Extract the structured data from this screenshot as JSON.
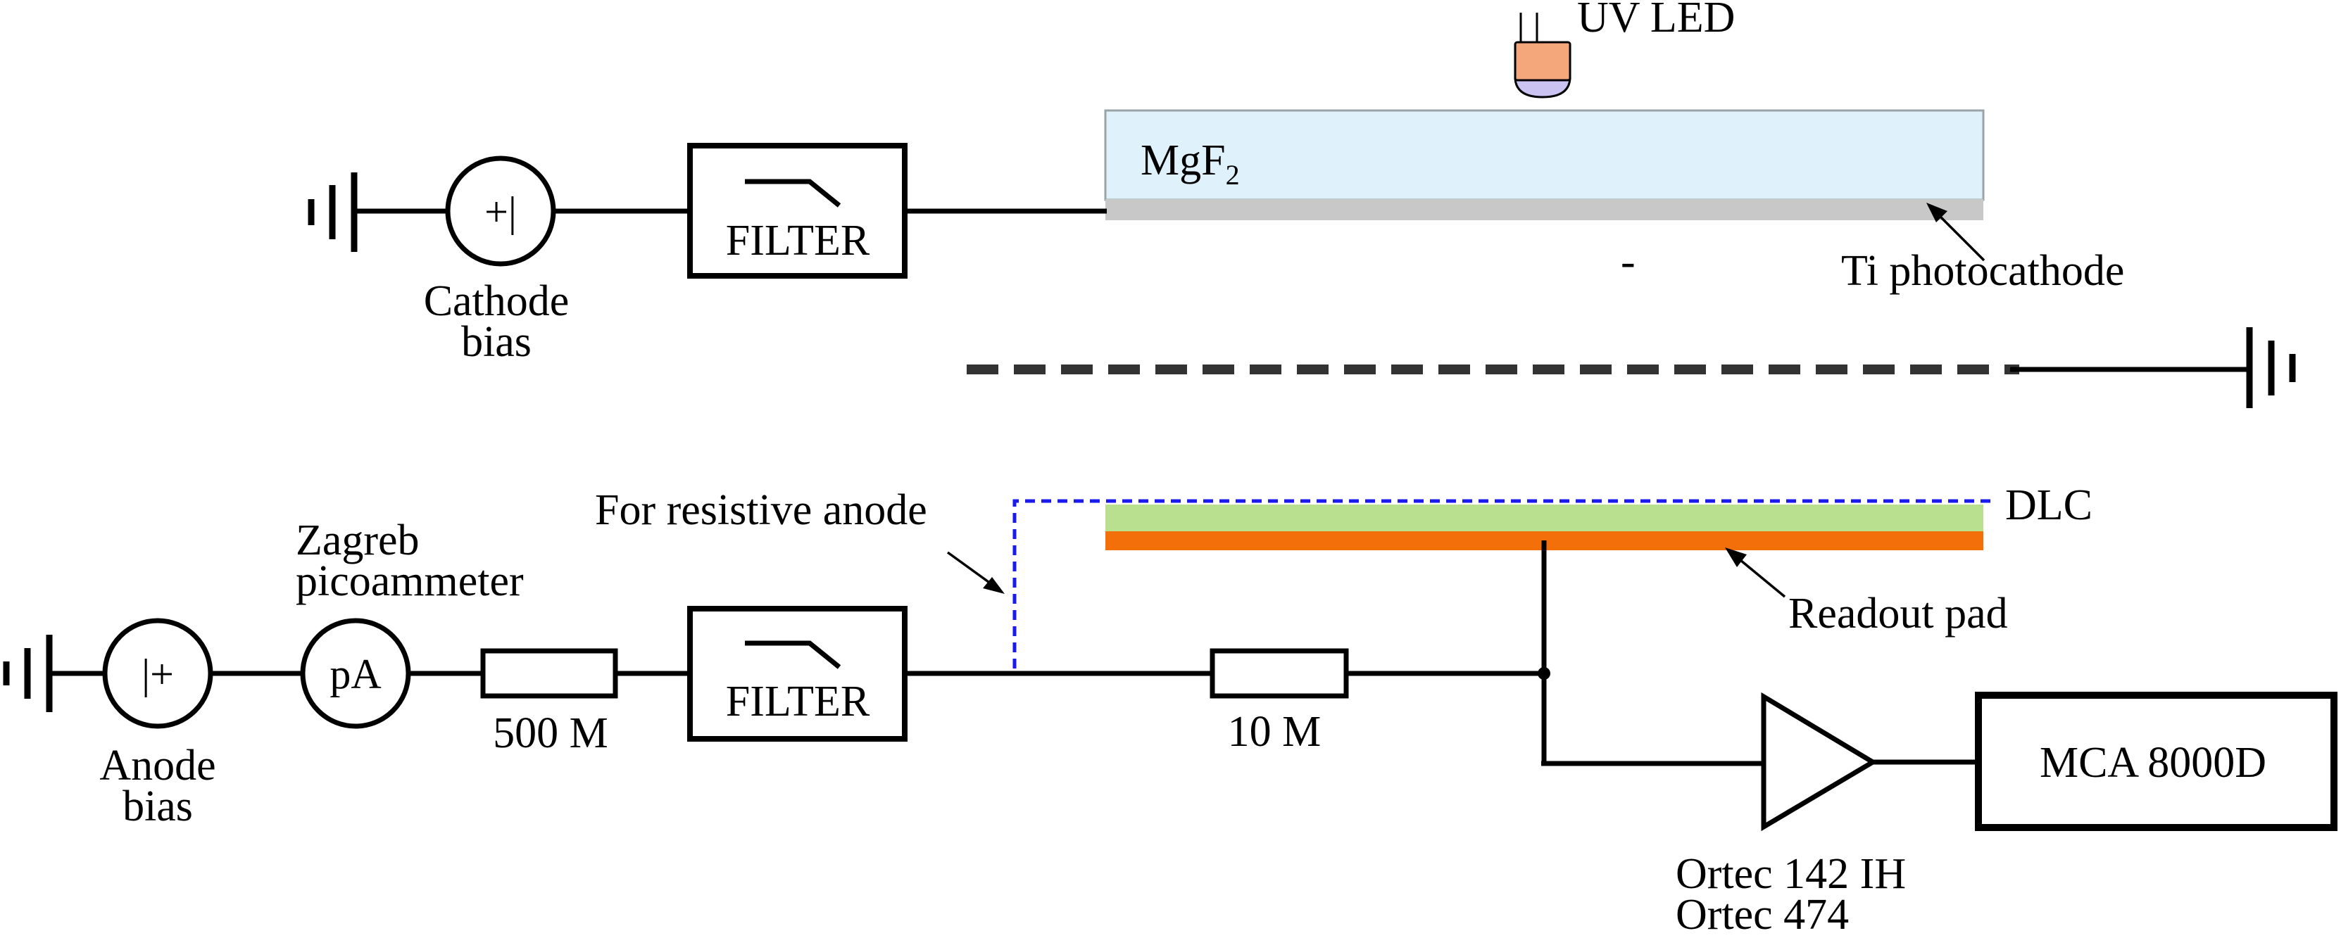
{
  "labels": {
    "uv_led": "UV LED",
    "mgf2_base": "MgF",
    "mgf2_sub": "2",
    "ti_photocathode": "Ti photocathode",
    "cathode_bias_line1": "Cathode",
    "cathode_bias_line2": "bias",
    "cathode_supply_symbol": "+|",
    "filter_top": "FILTER",
    "filter_bottom": "FILTER",
    "for_resistive_anode": "For resistive anode",
    "dlc": "DLC",
    "readout_pad": "Readout pad",
    "zagreb_line1": "Zagreb",
    "zagreb_line2": "picoammeter",
    "picoammeter_symbol": "pA",
    "anode_supply_symbol": "|+",
    "anode_bias_line1": "Anode",
    "anode_bias_line2": "bias",
    "resistor_500m": "500 M",
    "resistor_10m": "10 M",
    "preamp_line1": "Ortec 142 IH",
    "preamp_line2": "Ortec 474",
    "mca": "MCA 8000D",
    "dash_mark": "-"
  },
  "colors": {
    "mgf2_window": "#dff2fb",
    "ti_layer": "#c8c8c8",
    "dlc_layer": "#b8e08f",
    "readout_pad": "#f26f0a",
    "resistive_link": "#1a1aee",
    "led_body": "#f4a77a",
    "led_lens": "#cbc3f2"
  }
}
